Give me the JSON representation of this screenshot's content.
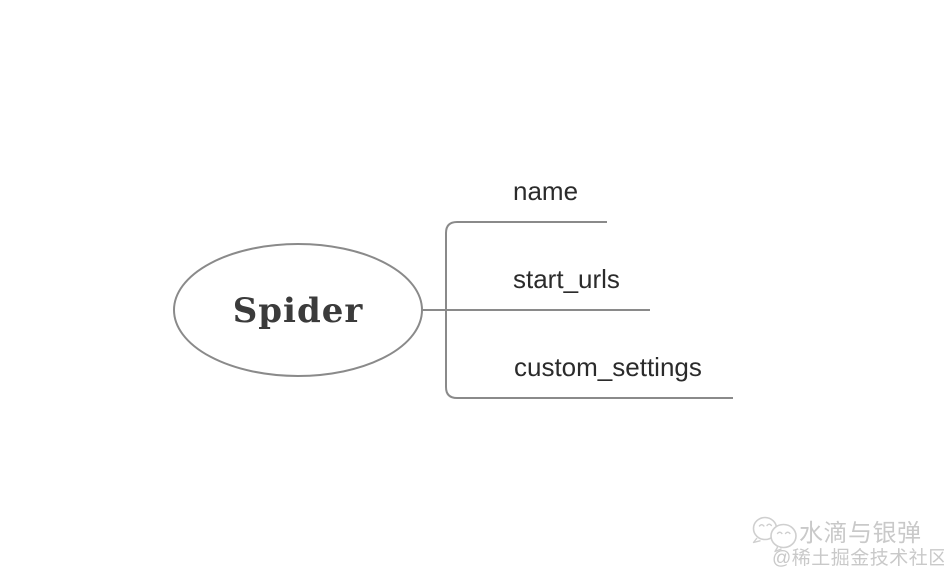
{
  "diagram": {
    "type": "mindmap",
    "root": {
      "label": "Spider"
    },
    "children": [
      {
        "label": "name"
      },
      {
        "label": "start_urls"
      },
      {
        "label": "custom_settings"
      }
    ]
  },
  "watermark": {
    "icon": "wechat-bubbles-icon",
    "title": "水滴与银弹",
    "subtitle": "@稀土掘金技术社区"
  },
  "colors": {
    "background": "#ffffff",
    "connector_line": "#8a8a8a",
    "root_text": "#3b3b3b",
    "label_text": "#2b2b2b",
    "watermark_text": "#c9c9c9"
  }
}
